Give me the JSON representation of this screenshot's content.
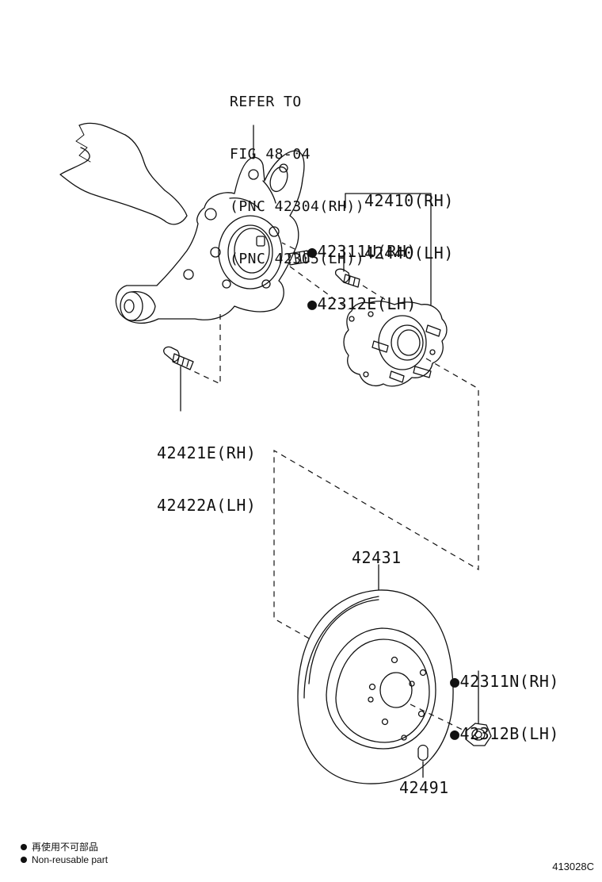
{
  "refer": {
    "line1": "REFER TO",
    "line2": "FIG 48-04",
    "line3": "(PNC 42304(RH))",
    "line4": "(PNC 42305(LH))"
  },
  "hub": {
    "rh": "42410(RH)",
    "lh": "42440(LH)"
  },
  "hub_bolt": {
    "rh": "●42311U(RH)",
    "lh": "●42312E(LH)"
  },
  "knuckle_bolt": {
    "rh": "42421E(RH)",
    "lh": "42422A(LH)"
  },
  "disc": {
    "part": "42431"
  },
  "nut": {
    "rh": "●42311N(RH)",
    "lh": "●42312B(LH)"
  },
  "plug": {
    "part": "42491"
  },
  "legend": {
    "jp": "再使用不可部品",
    "en": "Non-reusable part"
  },
  "figure_id": "413028C"
}
